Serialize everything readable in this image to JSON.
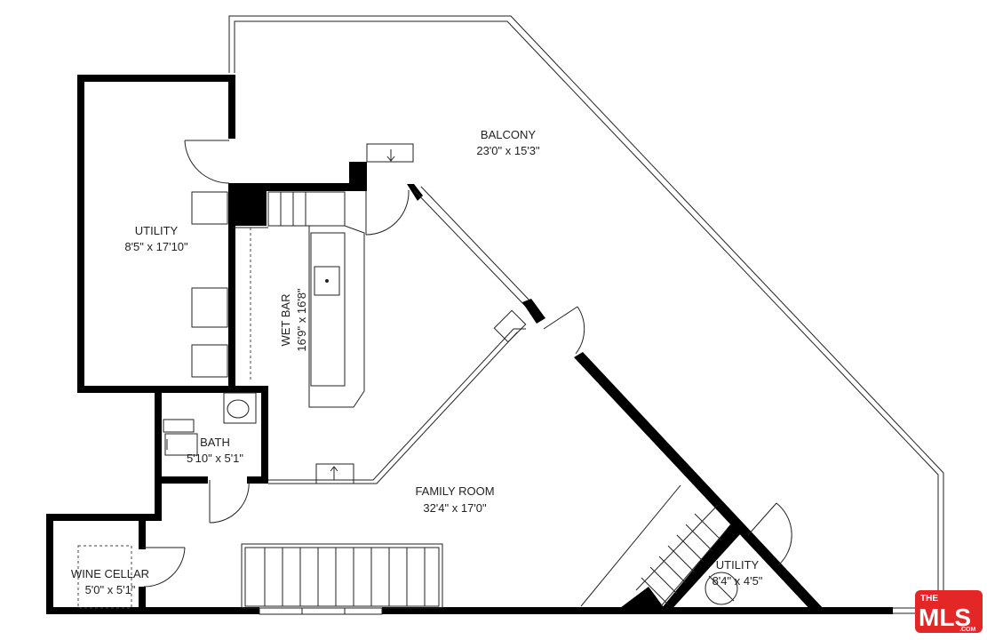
{
  "rooms": {
    "balcony": {
      "name": "BALCONY",
      "dims": "23'0\" x 15'3\""
    },
    "utility_upper": {
      "name": "UTILITY",
      "dims": "8'5\" x 17'10\""
    },
    "wet_bar": {
      "name": "WET BAR",
      "dims": "16'9\" x 16'8\""
    },
    "bath": {
      "name": "BATH",
      "dims": "5'10\" x 5'1\""
    },
    "family_room": {
      "name": "FAMILY ROOM",
      "dims": "32'4\" x 17'0\""
    },
    "wine_cellar": {
      "name": "WINE CELLAR",
      "dims": "5'0\" x 5'1\""
    },
    "utility_lower": {
      "name": "UTILITY",
      "dims": "8'4\" x 4'5\""
    }
  },
  "logo": {
    "top": "THE",
    "main": "MLS",
    "suffix": ".COM"
  },
  "colors": {
    "wall": "#000000",
    "logo_red": "#e32726",
    "background": "#ffffff"
  }
}
